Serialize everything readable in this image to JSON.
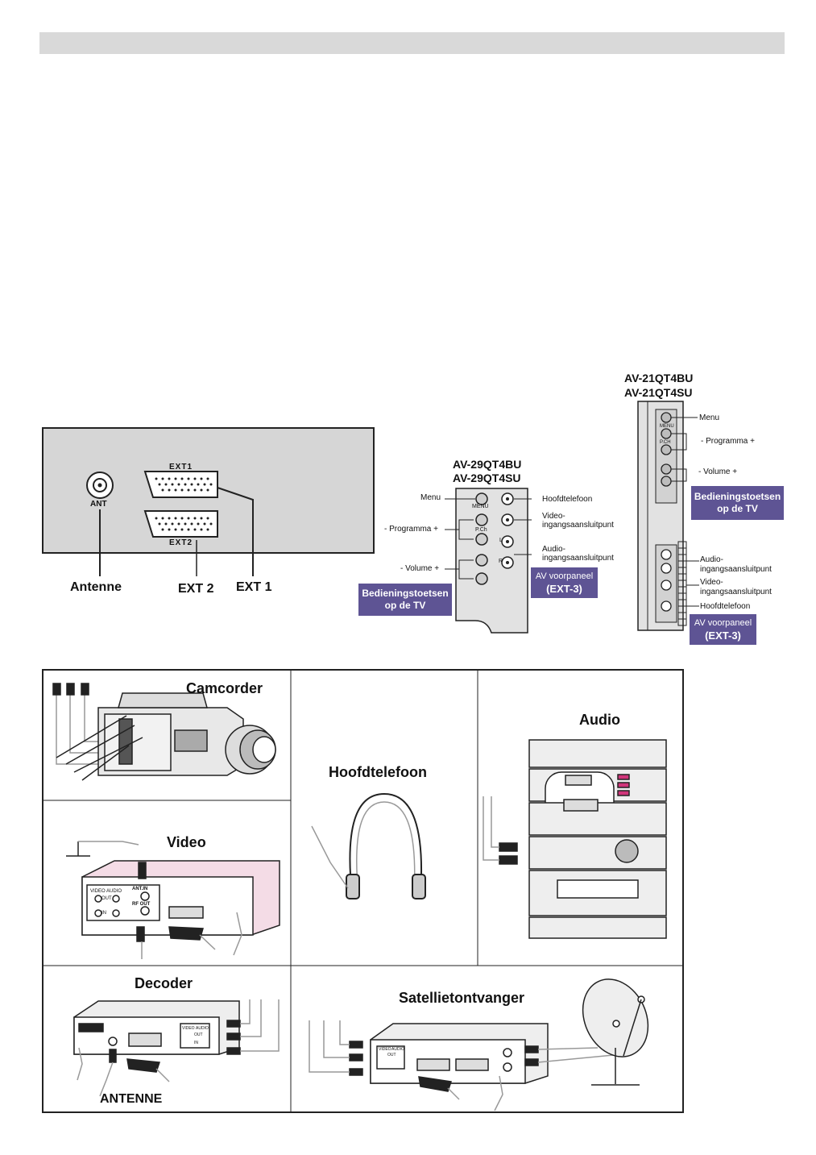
{
  "back_panel": {
    "ant_label": "ANT",
    "ext1_label": "EXT1",
    "ext2_label": "EXT2",
    "callout_antenne": "Antenne",
    "callout_ext2": "EXT 2",
    "callout_ext1": "EXT 1"
  },
  "panel_29": {
    "model_a": "AV-29QT4BU",
    "model_b": "AV-29QT4SU",
    "menu": "Menu",
    "menu_btn": "MENU",
    "pch": "P.Ch",
    "programma": "- Programma +",
    "volume": "- Volume +",
    "hoofdtelefoon": "Hoofdtelefoon",
    "video_1": "Video-",
    "video_2": "ingangsaansluitpunt",
    "audio_1": "Audio-",
    "audio_2": "ingangsaansluitpunt",
    "jack_l": "L",
    "jack_r": "R",
    "bedien_1": "Bedieningstoetsen",
    "bedien_2": "op de TV",
    "av_1": "AV voorpaneel",
    "av_2": "(EXT-3)"
  },
  "panel_21": {
    "model_a": "AV-21QT4BU",
    "model_b": "AV-21QT4SU",
    "menu": "Menu",
    "menu_btn": "MENU",
    "pch": "P.CH",
    "programma": "- Programma +",
    "volume": "- Volume +",
    "bedien_1": "Bedieningstoetsen",
    "bedien_2": "op de TV",
    "audio_1": "Audio-",
    "audio_2": "ingangsaansluitpunt",
    "video_1": "Video-",
    "video_2": "ingangsaansluitpunt",
    "hoofdtelefoon": "Hoofdtelefoon",
    "av_1": "AV voorpaneel",
    "av_2": "(EXT-3)"
  },
  "devices": {
    "camcorder": "Camcorder",
    "hoofdtelefoon": "Hoofdtelefoon",
    "audio": "Audio",
    "video": "Video",
    "decoder": "Decoder",
    "satelliet": "Satellietontvanger",
    "antenne": "ANTENNE",
    "vcr_video": "VIDEO",
    "vcr_audio": "AUDIO",
    "vcr_out": "OUT",
    "vcr_in": "IN",
    "vcr_antin": "ANT.IN",
    "vcr_rfout": "RF OUT",
    "dec_video": "VIDEO",
    "dec_audio": "AUDIO",
    "dec_out": "OUT",
    "dec_in": "IN",
    "sat_video": "VIDEO",
    "sat_audio": "AUDIO",
    "sat_out": "OUT"
  },
  "colors": {
    "badge": "#5e5494",
    "panel_bg": "#d6d6d6",
    "topbar": "#d9d9d9"
  }
}
